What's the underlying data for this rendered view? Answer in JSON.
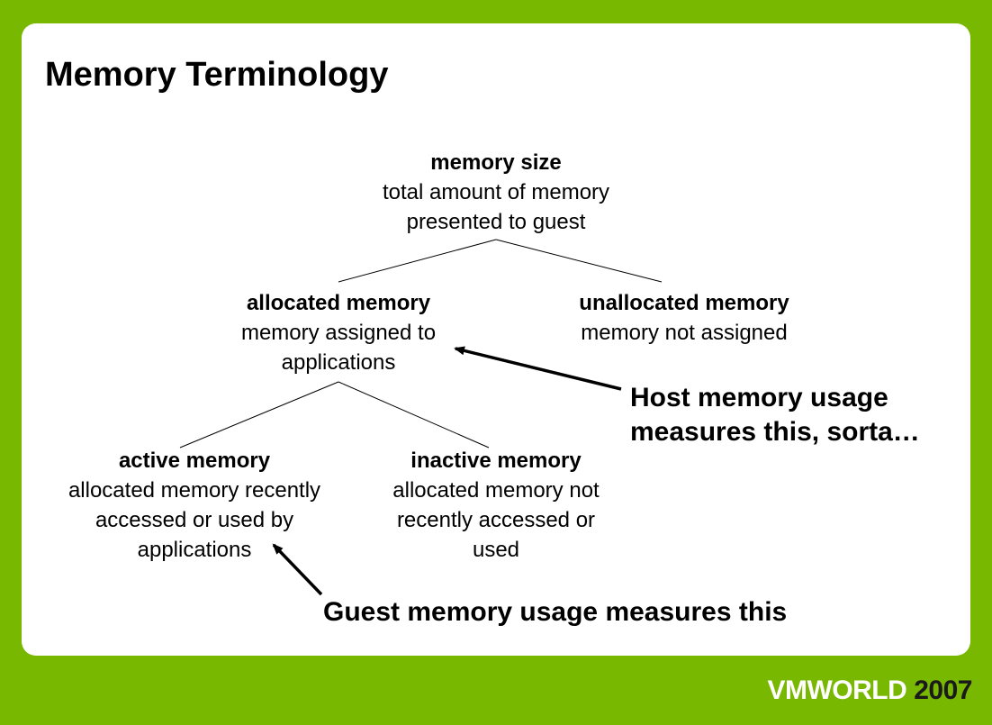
{
  "slide": {
    "title": "Memory Terminology",
    "accent_color": "#78b800"
  },
  "tree": {
    "root": {
      "heading": "memory size",
      "line1": "total amount of memory",
      "line2": "presented to guest"
    },
    "allocated": {
      "heading": "allocated memory",
      "line1": "memory assigned to",
      "line2": "applications"
    },
    "unallocated": {
      "heading": "unallocated memory",
      "line1": "memory not assigned"
    },
    "active": {
      "heading": "active memory",
      "line1": "allocated memory recently",
      "line2": "accessed or used by",
      "line3": "applications"
    },
    "inactive": {
      "heading": "inactive memory",
      "line1": "allocated memory not",
      "line2": "recently accessed or",
      "line3": "used"
    }
  },
  "callouts": {
    "host": {
      "line1": "Host memory usage",
      "line2": "measures this, sorta…"
    },
    "guest": {
      "line1": "Guest memory usage measures this"
    }
  },
  "footer": {
    "brand": "VMWORLD",
    "year": "2007"
  }
}
